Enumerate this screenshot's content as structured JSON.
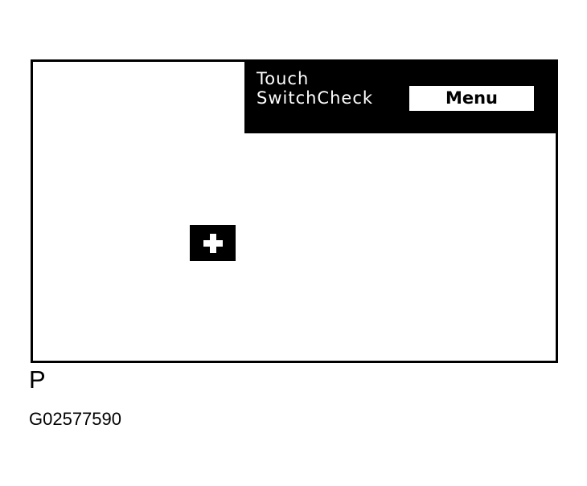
{
  "screen": {
    "header": {
      "title_line1": "Touch",
      "title_line2": "SwitchCheck",
      "menu_label": "Menu"
    },
    "target_icon": "plus-icon"
  },
  "caption": {
    "letter": "P",
    "figure_id": "G02577590"
  },
  "colors": {
    "background": "#ffffff",
    "foreground": "#000000"
  }
}
